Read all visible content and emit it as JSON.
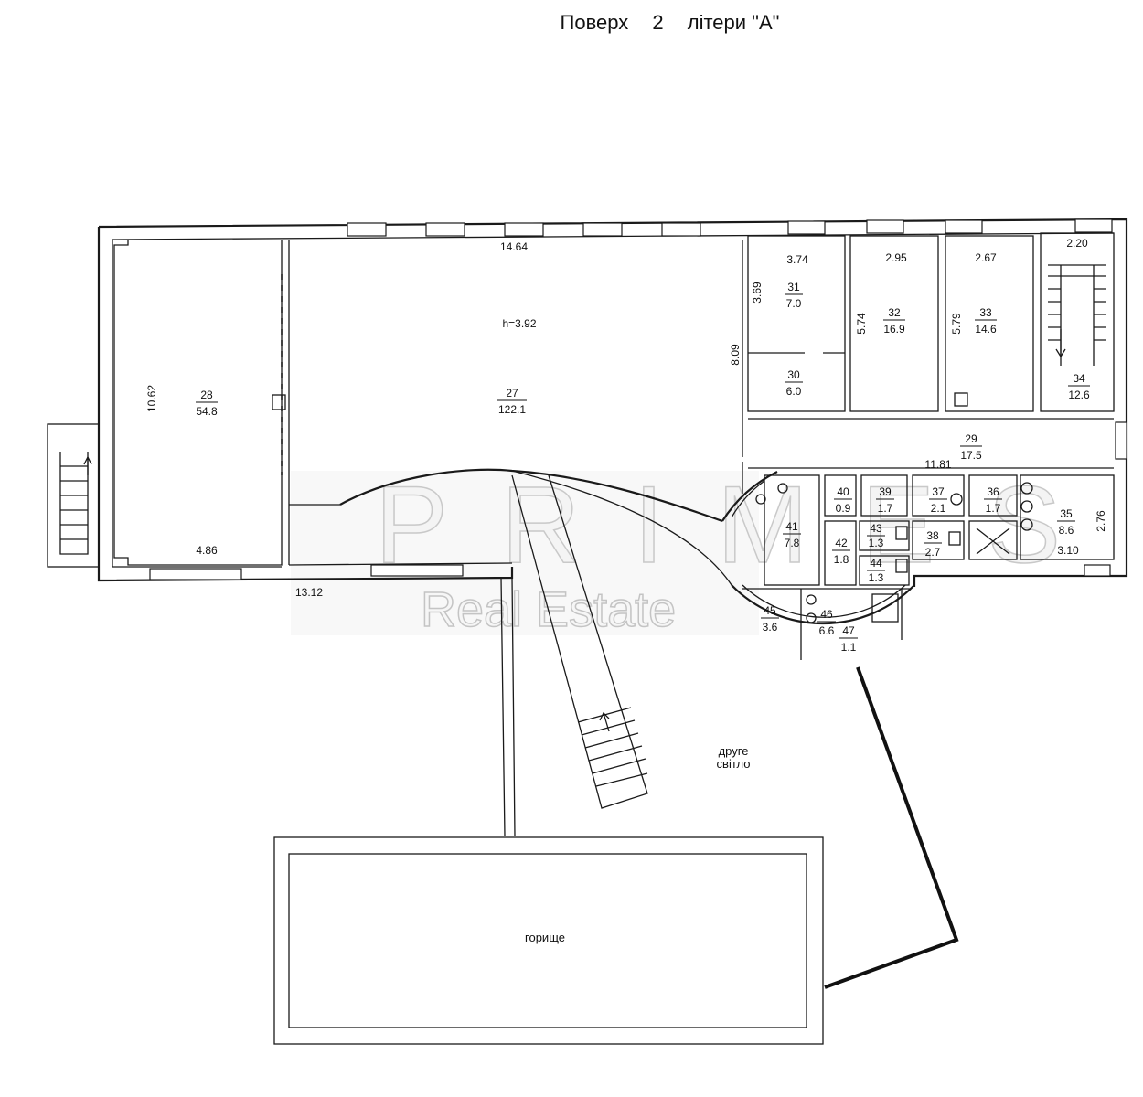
{
  "title": {
    "word": "Поверх",
    "number": "2",
    "suffix": "літери \"А\""
  },
  "watermark": {
    "brand": "PRIMES",
    "subtitle": "Real Estate"
  },
  "ceiling_height": "h=3.92",
  "rooms": [
    {
      "id": "28",
      "area": "54.8"
    },
    {
      "id": "27",
      "area": "122.1"
    },
    {
      "id": "31",
      "area": "7.0"
    },
    {
      "id": "30",
      "area": "6.0"
    },
    {
      "id": "32",
      "area": "16.9"
    },
    {
      "id": "33",
      "area": "14.6"
    },
    {
      "id": "34",
      "area": "12.6"
    },
    {
      "id": "29",
      "area": "17.5"
    },
    {
      "id": "40",
      "area": "0.9"
    },
    {
      "id": "39",
      "area": "1.7"
    },
    {
      "id": "37",
      "area": "2.1"
    },
    {
      "id": "36",
      "area": "1.7"
    },
    {
      "id": "35",
      "area": "8.6"
    },
    {
      "id": "41",
      "area": "7.8"
    },
    {
      "id": "42",
      "area": "1.8"
    },
    {
      "id": "43",
      "area": "1.3"
    },
    {
      "id": "44",
      "area": "1.3"
    },
    {
      "id": "38",
      "area": "2.7"
    },
    {
      "id": "45",
      "area": "3.6"
    },
    {
      "id": "46",
      "area": "6.6"
    },
    {
      "id": "47",
      "area": "1.1"
    }
  ],
  "dimensions": {
    "d_14_64": "14.64",
    "d_10_62": "10.62",
    "d_4_86": "4.86",
    "d_13_12": "13.12",
    "d_8_09": "8.09",
    "d_3_74": "3.74",
    "d_3_69": "3.69",
    "d_2_95": "2.95",
    "d_5_74": "5.74",
    "d_2_67": "2.67",
    "d_5_79": "5.79",
    "d_2_20": "2.20",
    "d_11_81": "11.81",
    "d_2_76": "2.76",
    "d_3_10": "3.10"
  },
  "notes": {
    "second_light_line1": "друге",
    "second_light_line2": "світло",
    "attic": "горище"
  }
}
